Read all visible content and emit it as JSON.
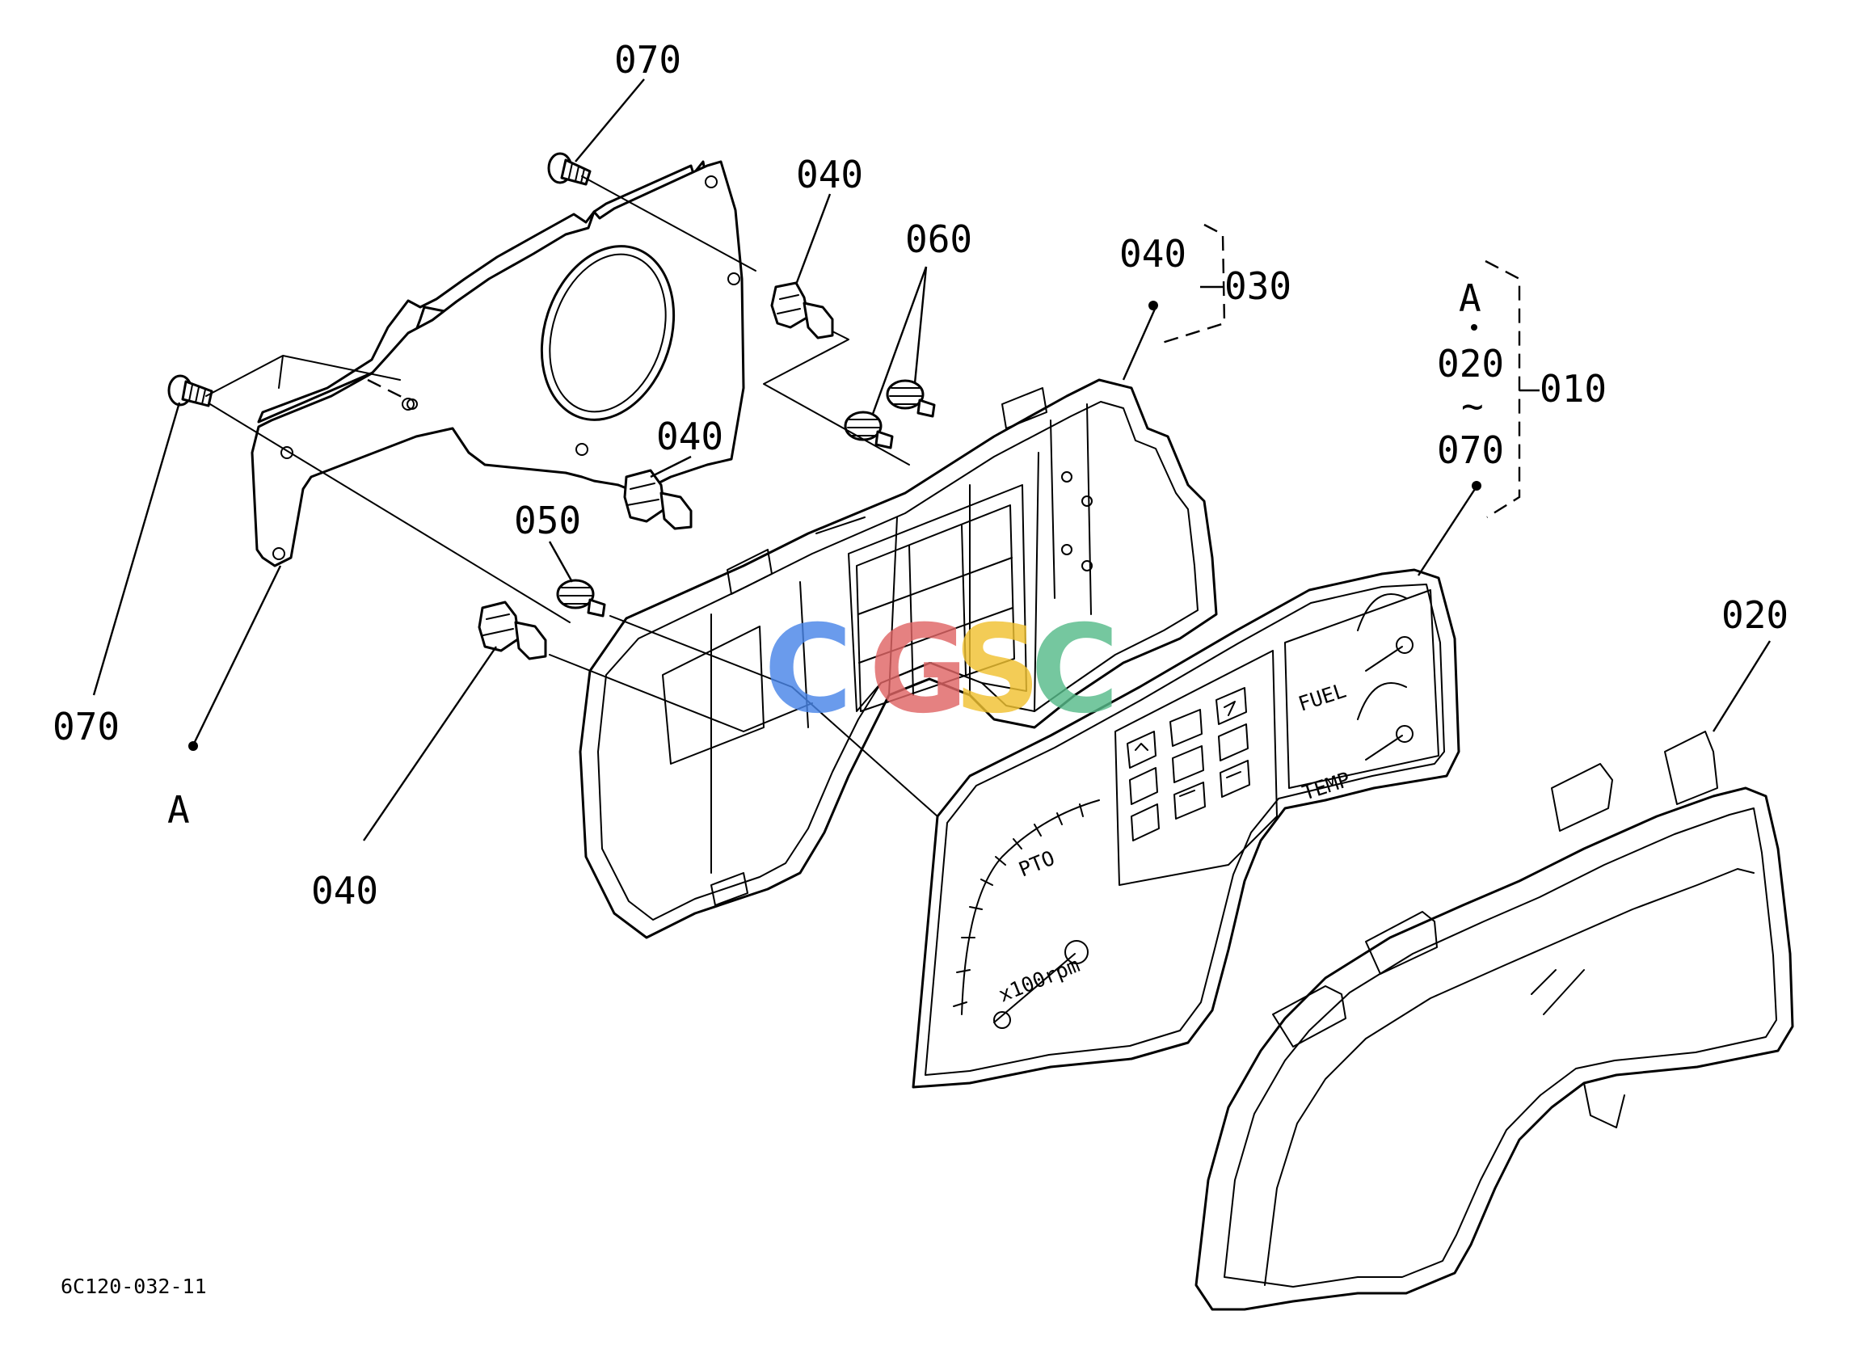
{
  "labels": {
    "screw_top": "070",
    "screw_left": "070",
    "point_a_left": "A",
    "socket_top": "040",
    "socket_mid": "040",
    "socket_low": "040",
    "bulb_050": "050",
    "bulbs_060": "060",
    "case_040": "040",
    "case_030": "030",
    "assy_a": "A",
    "assy_020": "020",
    "assy_tilde": "~",
    "assy_070": "070",
    "assy_010": "010",
    "cover_020": "020",
    "drawing_code": "6C120-032-11"
  },
  "watermark": {
    "letters": [
      "C",
      "G",
      "S",
      "C"
    ],
    "colors": [
      "#4a86e8",
      "#e06666",
      "#f1c232",
      "#57bb8a"
    ]
  }
}
